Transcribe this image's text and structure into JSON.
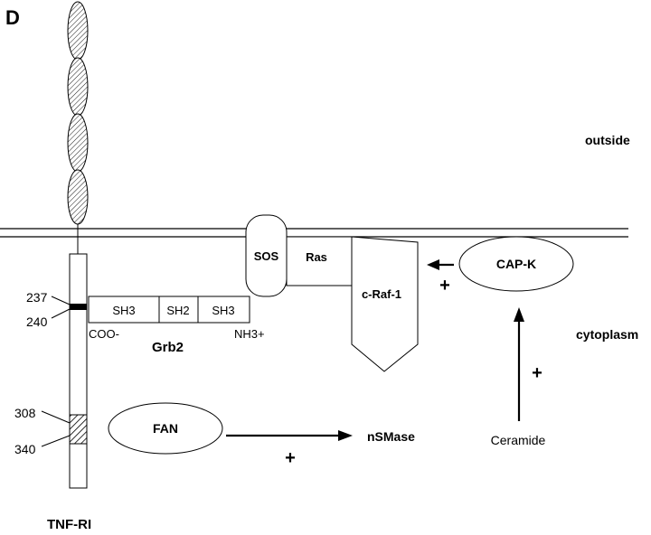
{
  "panel_label": "D",
  "compartments": {
    "outside": "outside",
    "cytoplasm": "cytoplasm"
  },
  "receptor": {
    "name": "TNF-RI",
    "residues": [
      "237",
      "240",
      "308",
      "340"
    ]
  },
  "grb2": {
    "name": "Grb2",
    "domains": [
      "SH3",
      "SH2",
      "SH3"
    ],
    "termini": {
      "c_term": "COO-",
      "n_term": "NH3+"
    }
  },
  "proteins": {
    "sos": "SOS",
    "ras": "Ras",
    "craf": "c-Raf-1",
    "capk": "CAP-K",
    "fan": "FAN",
    "nsmase": "nSMase",
    "ceramide": "Ceramide"
  },
  "signs": {
    "capk_to_craf": "+",
    "ceramide_to_capk": "+",
    "fan_to_nsmase": "+"
  }
}
